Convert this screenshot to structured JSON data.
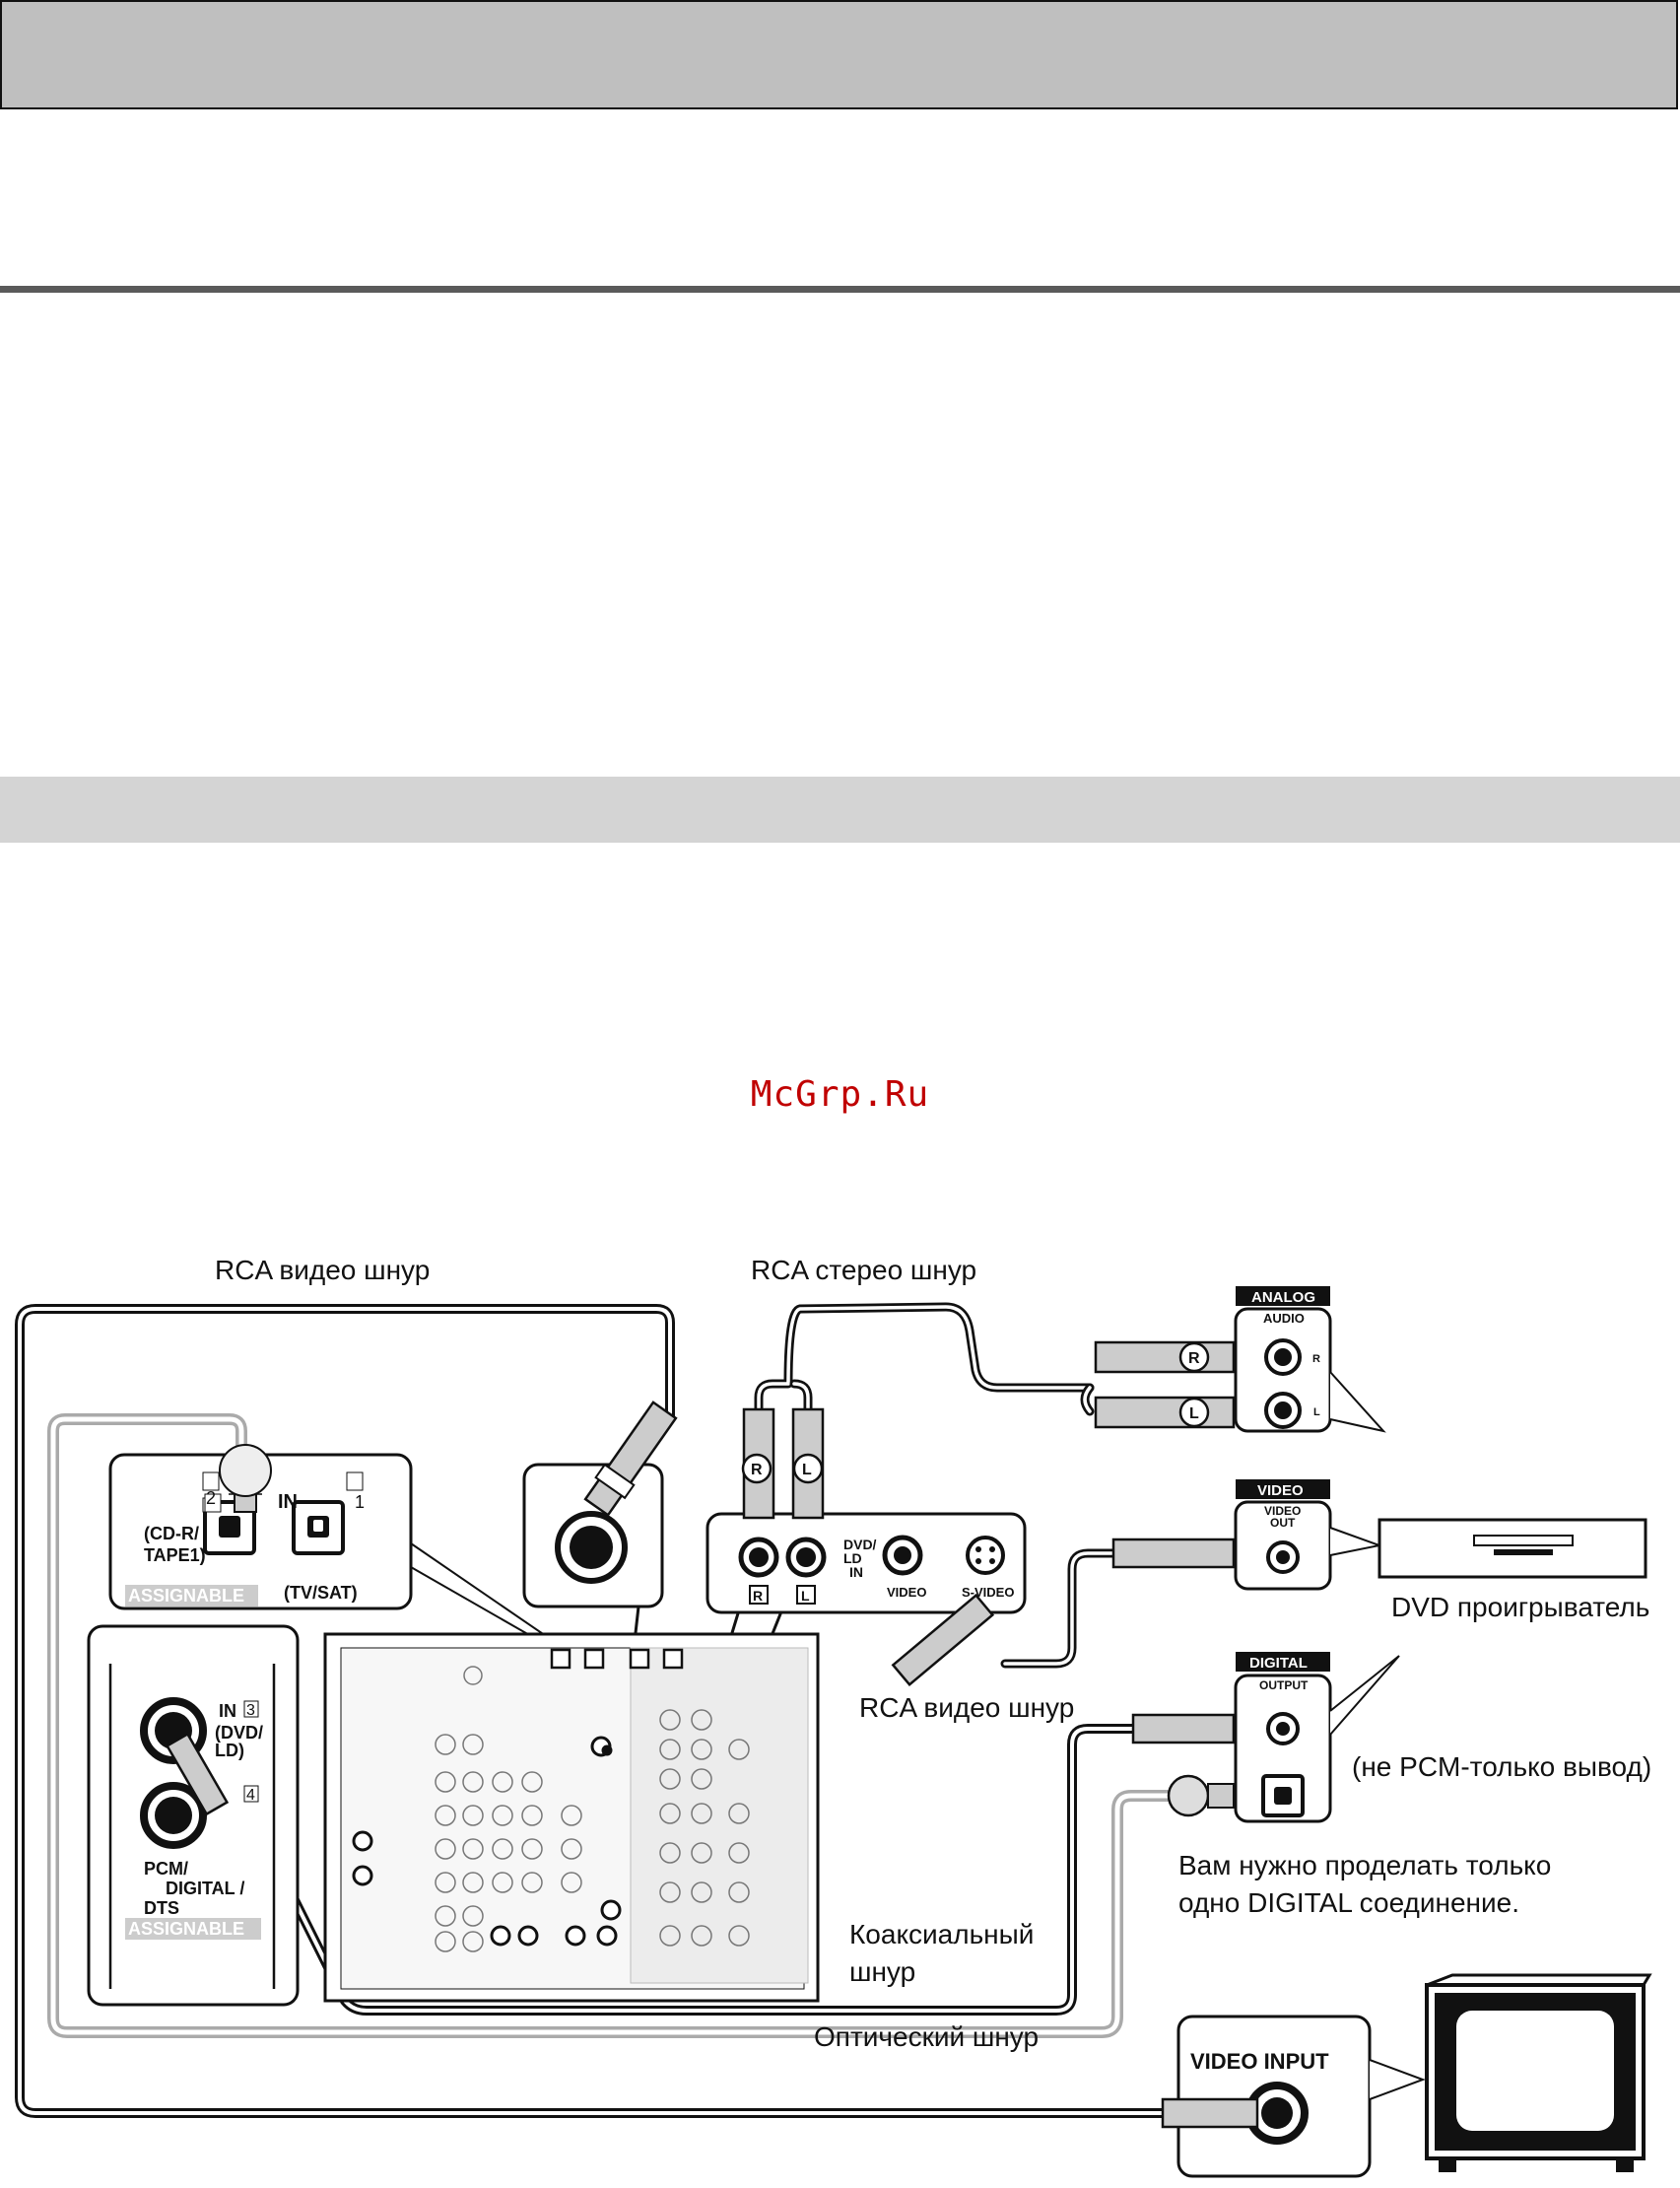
{
  "watermark": "McGrp.Ru",
  "labels": {
    "rca_video_top": "RCA видео шнур",
    "rca_stereo": "RCA стерео шнур",
    "rca_video_mid": "RCA видео шнур",
    "dvd_player": "DVD проигрыватель",
    "non_pcm": "(не PCM-только вывод)",
    "digital_note_1": "Вам нужно проделать только",
    "digital_note_2": "одно DIGITAL соединение.",
    "coax_1": "Коаксиальный",
    "coax_2": "шнур",
    "optical": "Оптический шнур"
  },
  "receiver_detail": {
    "optical_in": {
      "num_left": "2",
      "in_label": "IN",
      "num_right": "1",
      "left_label_1": "(CD-R/",
      "left_label_2": "TAPE1)",
      "right_label": "(TV/SAT)",
      "assignable": "ASSIGNABLE"
    },
    "coax_in": {
      "in3_label": "IN",
      "in3_num": "3",
      "in3_sub_1": "(DVD/",
      "in3_sub_2": "LD)",
      "in4_num": "4",
      "fmt_1": "PCM/",
      "fmt_2": "DIGITAL /",
      "fmt_3": "DTS",
      "assignable": "ASSIGNABLE"
    },
    "dvd_in": {
      "r": "R",
      "l": "L",
      "title_1": "DVD/",
      "title_2": "LD",
      "title_3": "IN",
      "video": "VIDEO",
      "s_video": "S-VIDEO"
    }
  },
  "dvd_player_panel": {
    "analog": "ANALOG",
    "audio": "AUDIO",
    "r": "R",
    "l": "L",
    "video": "VIDEO",
    "video_out_1": "VIDEO",
    "video_out_2": "OUT",
    "digital": "DIGITAL",
    "output": "OUTPUT"
  },
  "tv_panel": {
    "video_input": "VIDEO INPUT"
  },
  "plugs": {
    "r": "R",
    "l": "L"
  },
  "colors": {
    "header_bar": "#bfbfbf",
    "section_bar": "#d4d4d4",
    "rule": "#5a5a5a",
    "watermark": "#c00000",
    "ink": "#111111"
  }
}
